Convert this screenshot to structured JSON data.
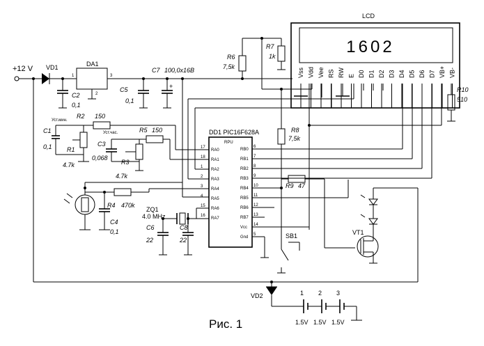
{
  "figure": {
    "caption": "Рис. 1"
  },
  "lcd": {
    "title": "LCD",
    "display_text": "1602",
    "pins": [
      "Vss",
      "Vdd",
      "Vee",
      "RS",
      "RW",
      "E",
      "D0",
      "D1",
      "D2",
      "D3",
      "D4",
      "D5",
      "D6",
      "D7",
      "VB+",
      "VB-"
    ]
  },
  "mcu": {
    "label": "DD1  PIC16F628A",
    "section": "RPU",
    "left_pins": [
      {
        "num": "17",
        "name": "RA0"
      },
      {
        "num": "18",
        "name": "RA1"
      },
      {
        "num": "1",
        "name": "RA2"
      },
      {
        "num": "2",
        "name": "RA3"
      },
      {
        "num": "3",
        "name": "RA4"
      },
      {
        "num": "4",
        "name": "RA5"
      },
      {
        "num": "15",
        "name": "RA6"
      },
      {
        "num": "16",
        "name": "RA7"
      }
    ],
    "right_pins": [
      {
        "num": "6",
        "name": "RB0"
      },
      {
        "num": "7",
        "name": "RB1"
      },
      {
        "num": "8",
        "name": "RB2"
      },
      {
        "num": "9",
        "name": "RB3"
      },
      {
        "num": "10",
        "name": "RB4"
      },
      {
        "num": "11",
        "name": "RB5"
      },
      {
        "num": "12",
        "name": "RB6"
      },
      {
        "num": "13",
        "name": "RB7"
      },
      {
        "num": "14",
        "name": "Vcc"
      },
      {
        "num": "5",
        "name": "Gnd"
      }
    ]
  },
  "power": {
    "supply": "+12 V"
  },
  "regulator": {
    "ref": "DA1",
    "pin_in": "1",
    "pin_gnd": "2",
    "pin_out": "3"
  },
  "components": {
    "vd1": "VD1",
    "c2": "C2",
    "c2_val": "0,1",
    "c5": "C5",
    "c5_val": "0,1",
    "c7": "C7",
    "c7_val": "100,0x16B",
    "c7_plus": "+",
    "r6": "R6",
    "r6_val": "7,5k",
    "r7": "R7",
    "r7_val": "1k",
    "r8": "R8",
    "r8_val": "7,5k",
    "r10": "R10",
    "r10_val": "510",
    "c1": "C1",
    "c1_val": "0,1",
    "r2": "R2",
    "r2_val": "150",
    "r1": "R1",
    "r1_val": "4.7k",
    "r1_note": "Уст.мин.",
    "c3": "C3",
    "c3_val": "0,068",
    "r3": "R3",
    "r3_val": "4.7k",
    "r3_note": "Уст.час.",
    "r5": "R5",
    "r5_val": "150",
    "r4": "R4",
    "r4_val": "470k",
    "c4": "C4",
    "c4_val": "0,1",
    "zq1": "ZQ1",
    "zq1_val": "4.0 MHz",
    "c6": "C6",
    "c6_val": "22",
    "c8": "C8",
    "c8_val": "22",
    "r9": "R9",
    "r9_val": "47",
    "sb1": "SB1",
    "vt1": "VT1",
    "vd2": "VD2",
    "batt_nums": [
      "1",
      "2",
      "3"
    ],
    "batt_vals": [
      "1.5V",
      "1.5V",
      "1.5V"
    ]
  }
}
